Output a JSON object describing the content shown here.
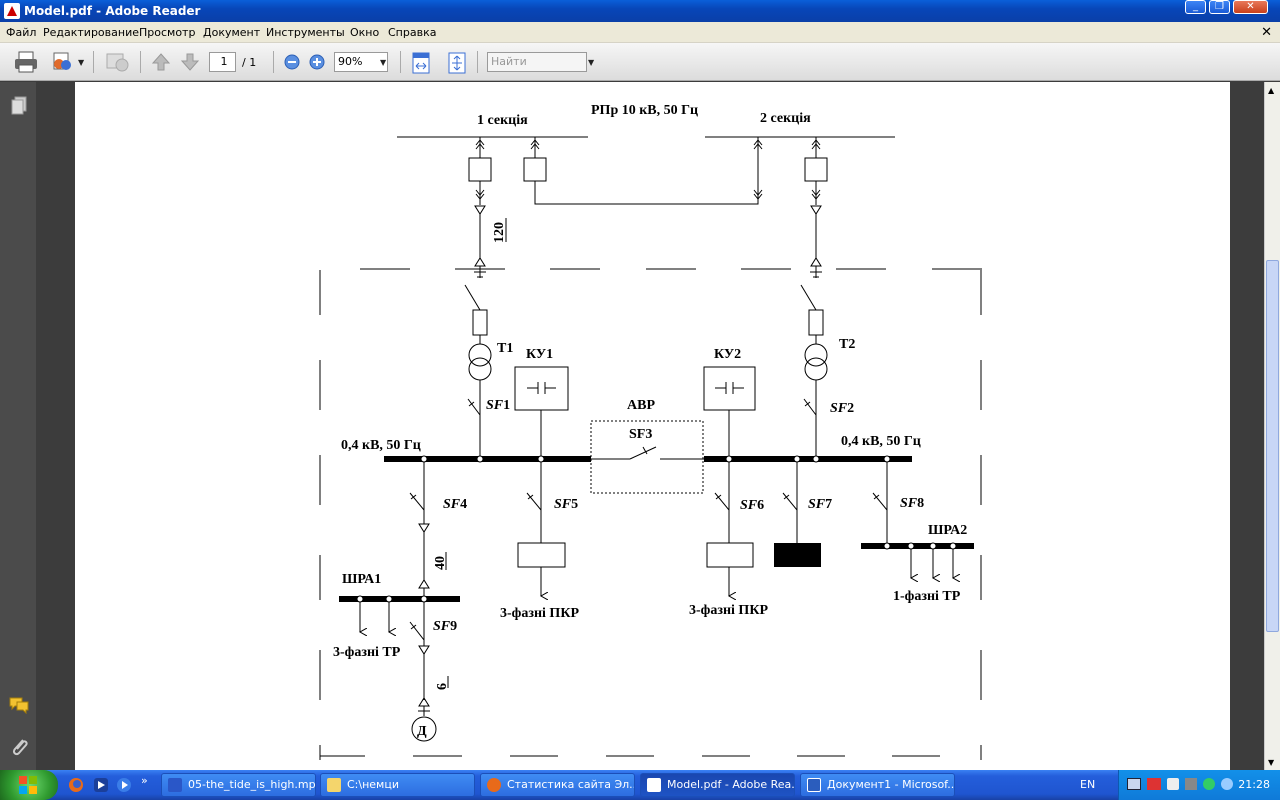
{
  "window": {
    "title": "Model.pdf - Adobe Reader"
  },
  "menu": [
    "Файл",
    "Редактирование",
    "Просмотр",
    "Документ",
    "Инструменты",
    "Окно",
    "Справка"
  ],
  "toolbar": {
    "page_current": "1",
    "page_total": "/ 1",
    "zoom": "90%",
    "search_placeholder": "Найти"
  },
  "diagram": {
    "header": "РПр 10 кВ, 50 Гц",
    "section1": "1 секція",
    "section2": "2 секція",
    "cable_120": "120",
    "t1": "Т1",
    "t2": "Т2",
    "ku1": "КУ1",
    "ku2": "КУ2",
    "avr": "АВР",
    "sf1_letters": "SF",
    "sf1_num": "1",
    "sf2_num": "2",
    "sf3": "SF3",
    "sf4_num": "4",
    "sf5_num": "5",
    "sf6_num": "6",
    "sf7_num": "7",
    "sf8_num": "8",
    "sf9_num": "9",
    "bus_left": "0,4 кВ, 50 Гц",
    "bus_right": "0,4 кВ, 50 Гц",
    "shra1": "ШРА1",
    "shra2": "ШРА2",
    "cable_40": "40",
    "cable_6": "6",
    "load_3tr": "3-фазні ТР",
    "load_pkr1": "3-фазні ПКР",
    "load_pkr2": "3-фазні ПКР",
    "load_1tr": "1-фазні ТР",
    "motor": "Д"
  },
  "taskbar": {
    "tasks": [
      "05-the_tide_is_high.mp...",
      "C:\\немци",
      "Статистика сайта Эл...",
      "Model.pdf - Adobe Rea...",
      "Документ1 - Microsof..."
    ],
    "lang": "EN",
    "clock": "21:28"
  }
}
